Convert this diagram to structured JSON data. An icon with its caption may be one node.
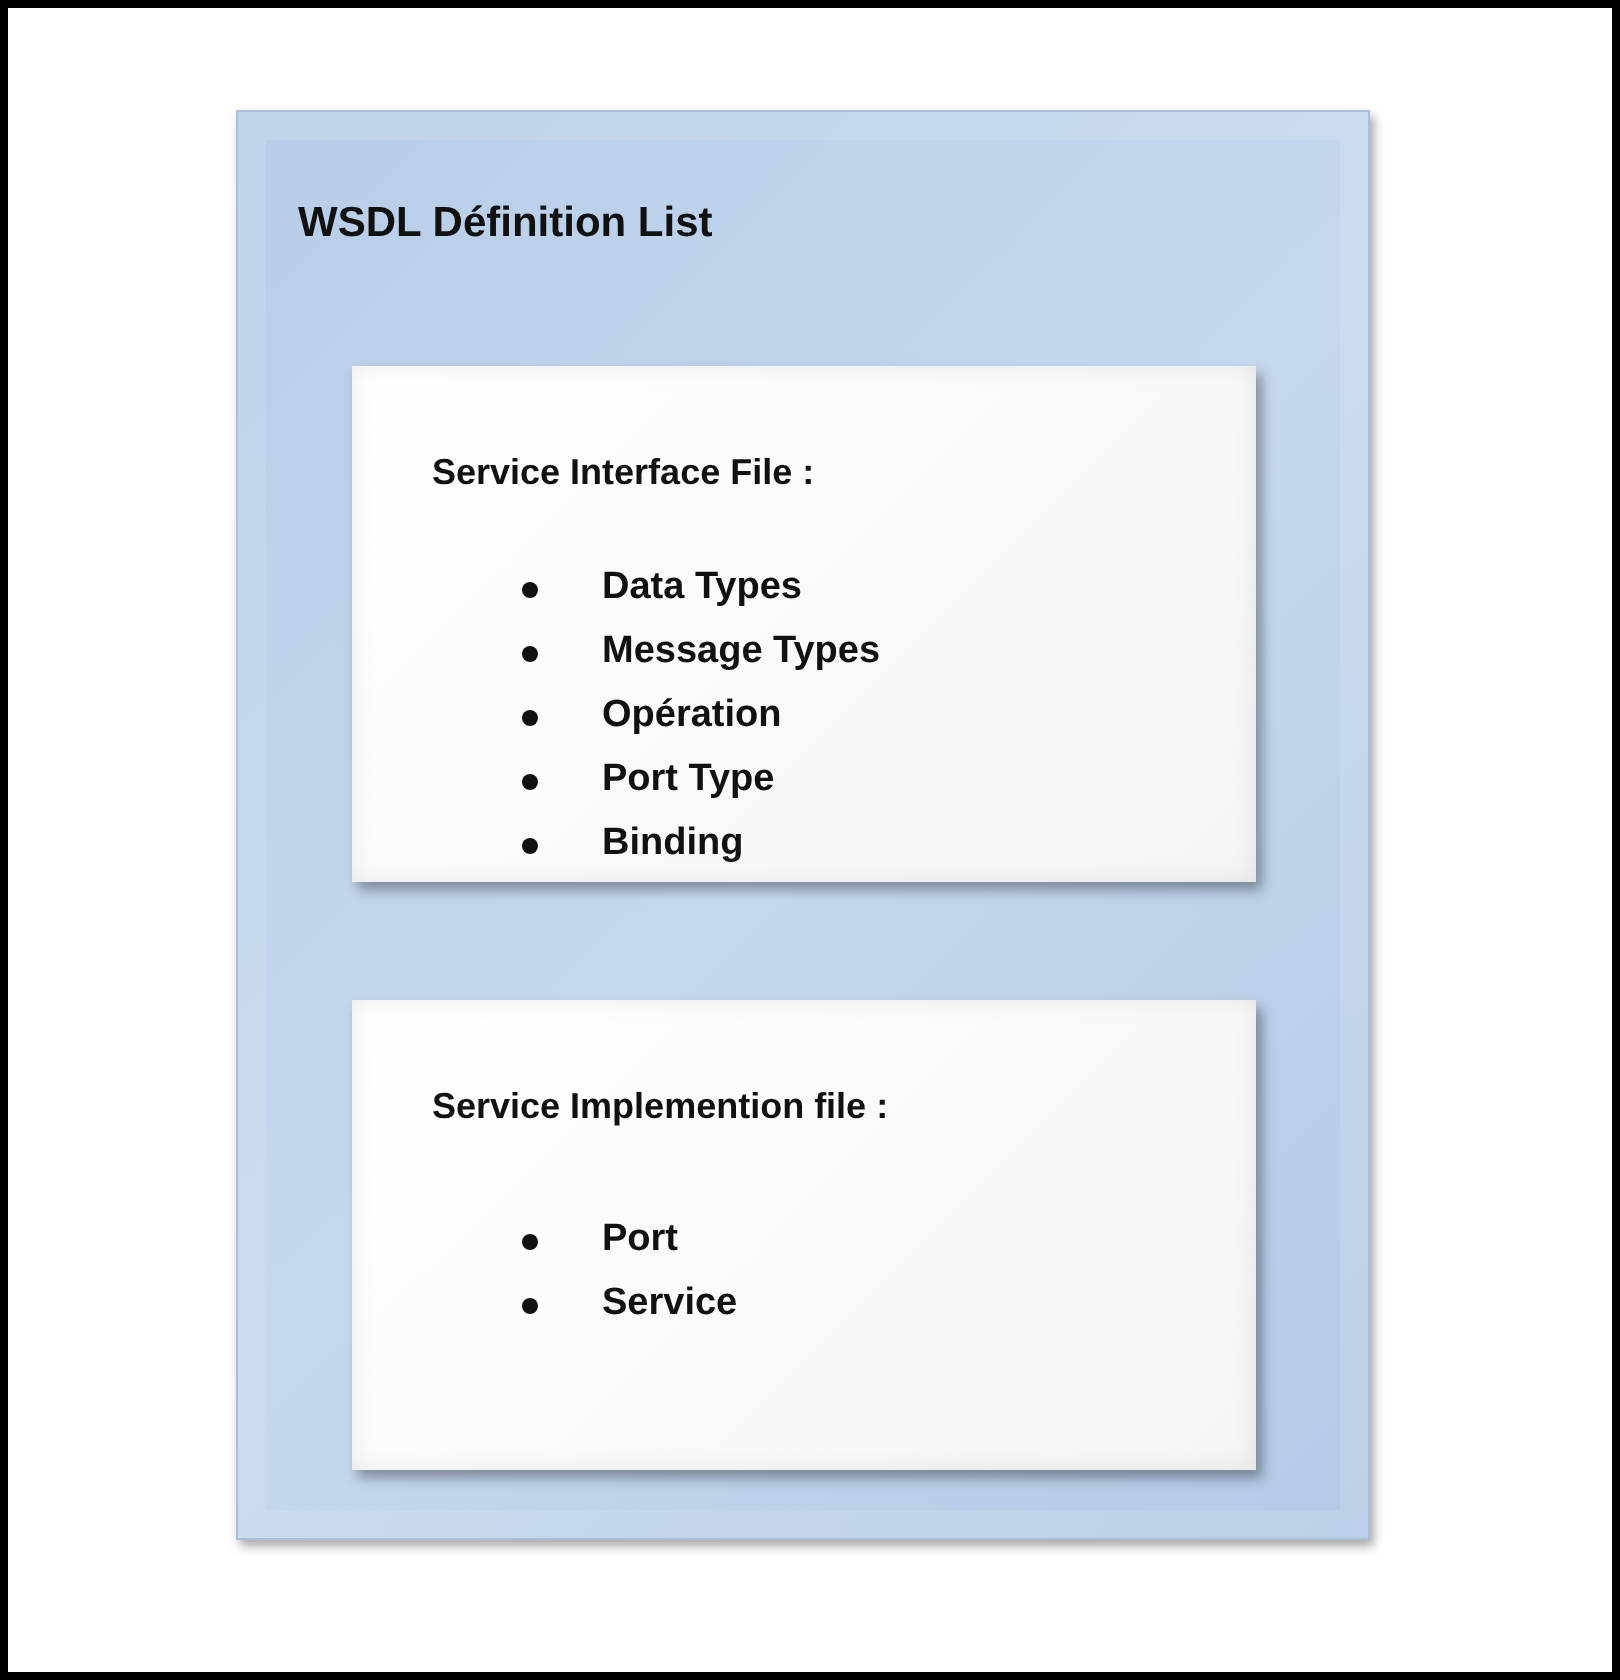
{
  "diagram": {
    "nodes": [
      {
        "text": [
          "WSDL Définition List"
        ]
      },
      {
        "text": [
          "Service Interface File :",
          "Data Types",
          "Message Types",
          "Opération",
          "Port Type",
          "Binding"
        ],
        "in": 0
      },
      {
        "text": [
          "Service Implemention file :",
          "Port",
          "Service"
        ],
        "in": 0
      }
    ],
    "edges": []
  }
}
